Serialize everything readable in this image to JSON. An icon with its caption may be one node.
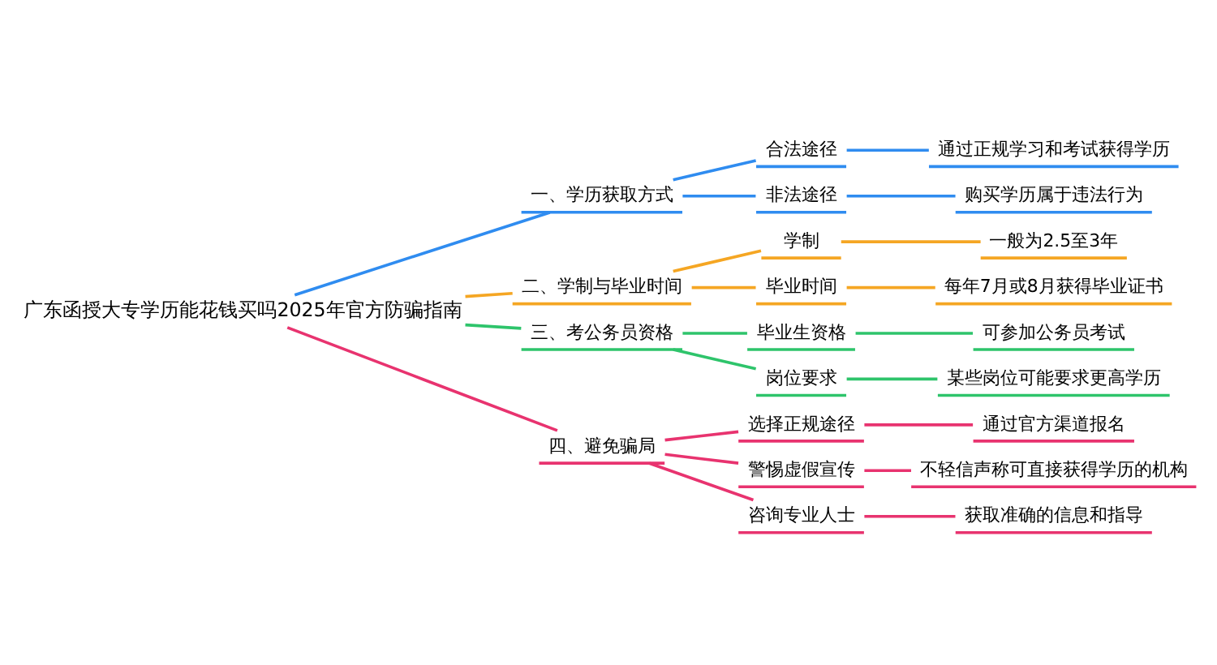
{
  "diagram": {
    "nodes": [
      {
        "text": [
          "广东函授大专学历能花钱买吗2025年官方防骗指南"
        ]
      },
      {
        "text": [
          "一、学历获取方式"
        ]
      },
      {
        "text": [
          "合法途径"
        ]
      },
      {
        "text": [
          "通过正规学习和考试获得学历"
        ]
      },
      {
        "text": [
          "非法途径"
        ]
      },
      {
        "text": [
          "购买学历属于违法行为"
        ]
      },
      {
        "text": [
          "二、学制与毕业时间"
        ]
      },
      {
        "text": [
          "学制"
        ]
      },
      {
        "text": [
          "一般为2.5至3年"
        ]
      },
      {
        "text": [
          "毕业时间"
        ]
      },
      {
        "text": [
          "每年7月或8月获得毕业证书"
        ]
      },
      {
        "text": [
          "三、考公务员资格"
        ]
      },
      {
        "text": [
          "毕业生资格"
        ]
      },
      {
        "text": [
          "可参加公务员考试"
        ]
      },
      {
        "text": [
          "岗位要求"
        ]
      },
      {
        "text": [
          "某些岗位可能要求更高学历"
        ]
      },
      {
        "text": [
          "四、避免骗局"
        ]
      },
      {
        "text": [
          "选择正规途径"
        ]
      },
      {
        "text": [
          "通过官方渠道报名"
        ]
      },
      {
        "text": [
          "警惕虚假宣传"
        ]
      },
      {
        "text": [
          "不轻信声称可直接获得学历的机构"
        ]
      },
      {
        "text": [
          "咨询专业人士"
        ]
      },
      {
        "text": [
          "获取准确的信息和指导"
        ]
      }
    ],
    "edges": [
      {
        "from": 0,
        "to": 1,
        "arrow": "none",
        "color": "#2f8cf0"
      },
      {
        "from": 1,
        "to": 2,
        "arrow": "none",
        "color": "#2f8cf0"
      },
      {
        "from": 2,
        "to": 3,
        "arrow": "none",
        "color": "#2f8cf0"
      },
      {
        "from": 1,
        "to": 4,
        "arrow": "none",
        "color": "#2f8cf0"
      },
      {
        "from": 4,
        "to": 5,
        "arrow": "none",
        "color": "#2f8cf0"
      },
      {
        "from": 0,
        "to": 6,
        "arrow": "none",
        "color": "#f5a623"
      },
      {
        "from": 6,
        "to": 7,
        "arrow": "none",
        "color": "#f5a623"
      },
      {
        "from": 7,
        "to": 8,
        "arrow": "none",
        "color": "#f5a623"
      },
      {
        "from": 6,
        "to": 9,
        "arrow": "none",
        "color": "#f5a623"
      },
      {
        "from": 9,
        "to": 10,
        "arrow": "none",
        "color": "#f5a623"
      },
      {
        "from": 0,
        "to": 11,
        "arrow": "none",
        "color": "#2ec46b"
      },
      {
        "from": 11,
        "to": 12,
        "arrow": "none",
        "color": "#2ec46b"
      },
      {
        "from": 12,
        "to": 13,
        "arrow": "none",
        "color": "#2ec46b"
      },
      {
        "from": 11,
        "to": 14,
        "arrow": "none",
        "color": "#2ec46b"
      },
      {
        "from": 14,
        "to": 15,
        "arrow": "none",
        "color": "#2ec46b"
      },
      {
        "from": 0,
        "to": 16,
        "arrow": "none",
        "color": "#e8336f"
      },
      {
        "from": 16,
        "to": 17,
        "arrow": "none",
        "color": "#e8336f"
      },
      {
        "from": 17,
        "to": 18,
        "arrow": "none",
        "color": "#e8336f"
      },
      {
        "from": 16,
        "to": 19,
        "arrow": "none",
        "color": "#e8336f"
      },
      {
        "from": 19,
        "to": 20,
        "arrow": "none",
        "color": "#e8336f"
      },
      {
        "from": 16,
        "to": 21,
        "arrow": "none",
        "color": "#e8336f"
      },
      {
        "from": 21,
        "to": 22,
        "arrow": "none",
        "color": "#e8336f"
      }
    ]
  }
}
